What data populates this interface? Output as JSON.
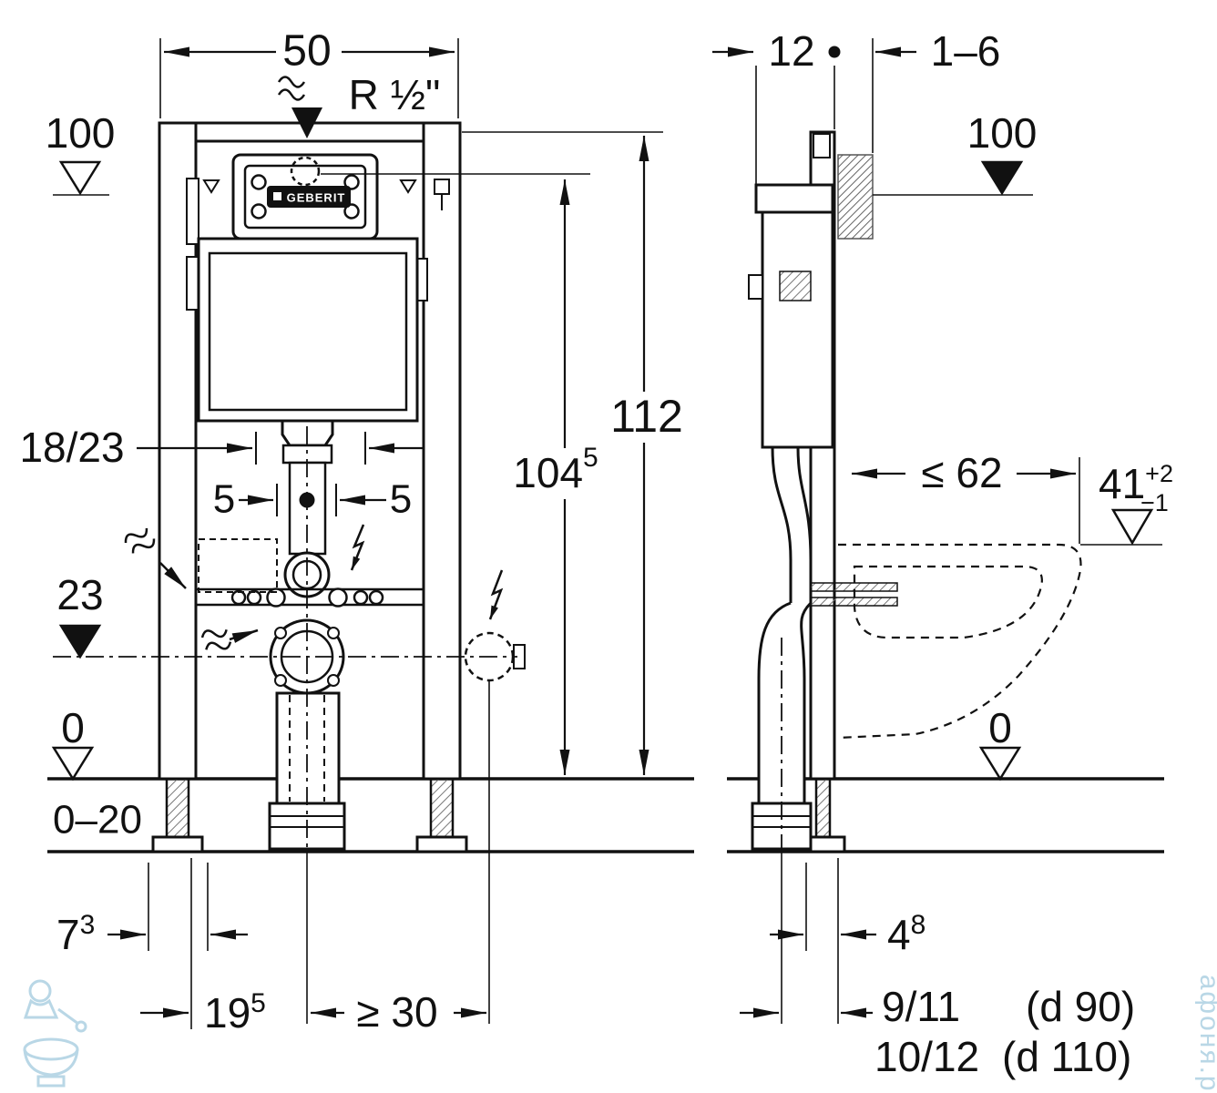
{
  "colors": {
    "ink": "#111111",
    "watermark": "#b9d7e6"
  },
  "brand": {
    "logo": "GEBERIT"
  },
  "front_view": {
    "width_top": "50",
    "water_connection": "R ½\"",
    "level_100": "100",
    "flush_pipe_dia": "18/23",
    "offset_left_5": "5",
    "offset_right_5": "5",
    "level_23": "23",
    "level_0": "0",
    "floor_range": "0–20",
    "foot_dim_base": "7",
    "foot_dim_sup": "3",
    "drain_offset_base": "19",
    "drain_offset_sup": "5",
    "min_width": "≥ 30",
    "total_height": "112",
    "actuator_height_base": "104",
    "actuator_height_sup": "5"
  },
  "side_view": {
    "frame_depth": "12",
    "wall_thickness": "1–6",
    "level_100": "100",
    "bowl_depth": "≤ 62",
    "bowl_height_base": "41",
    "bowl_height_tol_plus": "+2",
    "bowl_height_tol_minus": "−1",
    "level_0": "0",
    "pipe_offset_base": "4",
    "pipe_offset_sup": "8",
    "drain_d90_value": "9/11",
    "drain_d90_label": "(d 90)",
    "drain_d110_value": "10/12",
    "drain_d110_label": "(d 110)"
  },
  "watermark_text": "афоня.рф"
}
